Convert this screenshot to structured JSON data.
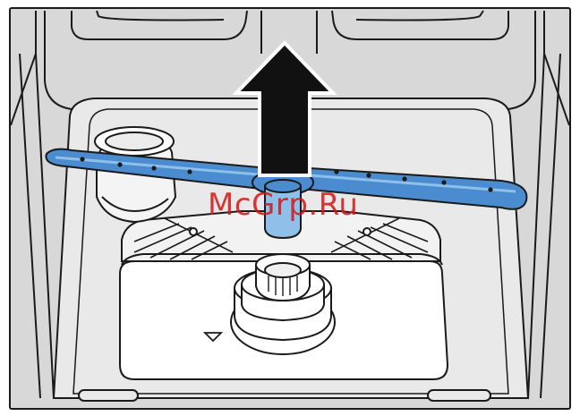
{
  "watermark": {
    "text": "McGrp.Ru"
  },
  "colors": {
    "background": "#ffffff",
    "panel": "#d8d8d8",
    "tub": "#e9e9e9",
    "line": "#1a1a1a",
    "spray_arm": "#4a8ccf",
    "spray_arm_light": "#8fc0ea",
    "filter_cover": "#ffffff",
    "arrow": "#111111",
    "watermark": "#d61414"
  },
  "icons": [
    "up-arrow-icon",
    "triangle-down-icon"
  ],
  "elements": {
    "spray_arm": "spray-arm",
    "filter": "filter-cylinder",
    "arrow": "lift-direction-arrow"
  }
}
